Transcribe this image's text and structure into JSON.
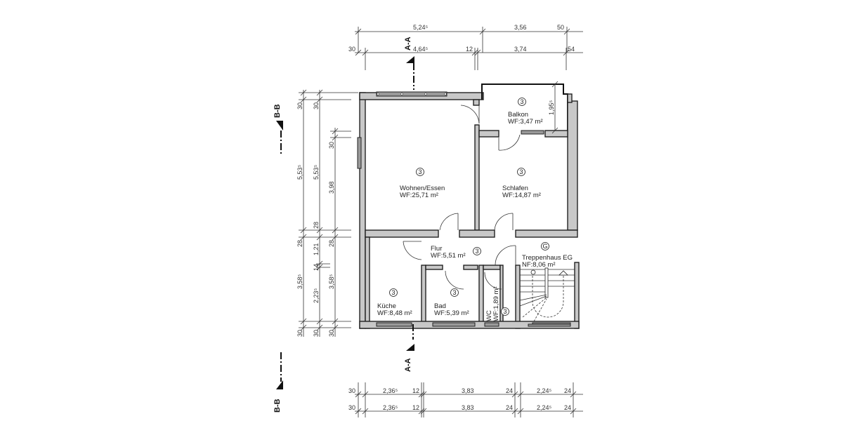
{
  "plan": {
    "type": "floor-plan",
    "sections": {
      "aa_top": "A-A",
      "aa_bottom": "A-A",
      "bb_top": "B-B",
      "bb_bottom": "B-B"
    },
    "rooms": [
      {
        "id": "wohnen",
        "marker": "3",
        "name": "Wohnen/Essen",
        "area": "WF:25,71 m²"
      },
      {
        "id": "schlafen",
        "marker": "3",
        "name": "Schlafen",
        "area": "WF:14,87 m²"
      },
      {
        "id": "balkon",
        "marker": "3",
        "name": "Balkon",
        "area": "WF:3,47 m²"
      },
      {
        "id": "flur",
        "marker": "3",
        "name": "Flur",
        "area": "WF:5,51 m²"
      },
      {
        "id": "treppenhaus",
        "marker": "G",
        "name": "Treppenhaus EG",
        "area": "NF:8,06 m²"
      },
      {
        "id": "kueche",
        "marker": "3",
        "name": "Küche",
        "area": "WF:8,48 m²"
      },
      {
        "id": "bad",
        "marker": "3",
        "name": "Bad",
        "area": "WF:5,39 m²"
      },
      {
        "id": "wc",
        "marker": "3",
        "name": "WC",
        "area": "WF:1,89 m²"
      }
    ],
    "dimensions": {
      "top_row1": [
        "5,24⁵",
        "3,56",
        "50"
      ],
      "top_row2": [
        "30",
        "4,64⁵",
        "12",
        "3,74",
        "54"
      ],
      "left_col1": [
        "30",
        "5,53⁵",
        "28",
        "3,58⁵",
        "30"
      ],
      "left_col2": [
        "30",
        "5,53⁵",
        "28",
        "1,21",
        "14",
        "2,23⁵",
        "30"
      ],
      "left_col3": [
        "30",
        "3,98",
        "28",
        "3,58⁵",
        "30"
      ],
      "bottom_row1": [
        "30",
        "2,36⁵",
        "12",
        "3,83",
        "24",
        "2,24⁵",
        "24"
      ],
      "bottom_row2": [
        "30",
        "2,36⁵",
        "12",
        "3,83",
        "24",
        "2,24⁵",
        "24"
      ],
      "balkon_depth": "1,95⁵"
    }
  }
}
